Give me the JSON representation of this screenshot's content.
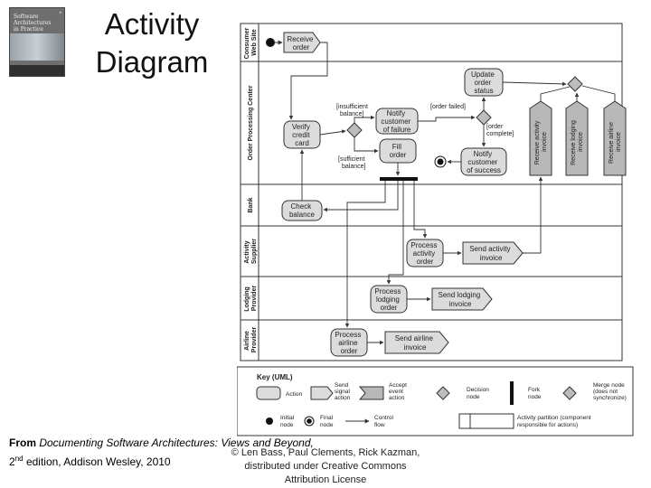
{
  "slide": {
    "title_line1": "Activity",
    "title_line2": "Diagram",
    "book_cover": {
      "title_lines": [
        "Software",
        "Architectures",
        "in Practice"
      ],
      "edition_mark": "*"
    },
    "source_from": "From",
    "source_book": "Documenting Software Architectures: Views and Beyond,",
    "source_edition_num": "2",
    "source_edition_sup": "nd",
    "source_edition_rest": "edition, Addison Wesley, 2010",
    "credit_line1": "© Len Bass, Paul Clements, Rick Kazman,",
    "credit_line2": "distributed under Creative Commons",
    "credit_line3": "Attribution License"
  },
  "diagram": {
    "lanes": [
      {
        "id": "consumer",
        "label_lines": [
          "Consumer",
          "Web Site"
        ]
      },
      {
        "id": "opc",
        "label_lines": [
          "Order Processing Center"
        ]
      },
      {
        "id": "bank",
        "label_lines": [
          "Bank"
        ]
      },
      {
        "id": "activity",
        "label_lines": [
          "Activity",
          "Supplier"
        ]
      },
      {
        "id": "lodging",
        "label_lines": [
          "Lodging",
          "Provider"
        ]
      },
      {
        "id": "airline",
        "label_lines": [
          "Airline",
          "Provider"
        ]
      }
    ],
    "actions": {
      "receive_order": [
        "Receive",
        "order"
      ],
      "update_status": [
        "Update",
        "order",
        "status"
      ],
      "verify_credit": [
        "Verify",
        "credit",
        "card"
      ],
      "notify_failure": [
        "Notify",
        "customer",
        "of failure"
      ],
      "fill_order": [
        "Fill",
        "order"
      ],
      "notify_success": [
        "Notify",
        "customer",
        "of success"
      ],
      "check_balance": [
        "Check",
        "balance"
      ],
      "process_activity": [
        "Process",
        "activity",
        "order"
      ],
      "send_activity_invoice": [
        "Send activity",
        "invoice"
      ],
      "process_lodging": [
        "Process",
        "lodging",
        "order"
      ],
      "send_lodging_invoice": [
        "Send lodging",
        "invoice"
      ],
      "process_airline": [
        "Process",
        "airline",
        "order"
      ],
      "send_airline_invoice": [
        "Send airline",
        "invoice"
      ]
    },
    "accept_events": {
      "receive_activity": [
        "Receive activity",
        "invoice"
      ],
      "receive_lodging": [
        "Receive lodging",
        "invoice"
      ],
      "receive_airline": [
        "Receive airline",
        "invoice"
      ]
    },
    "guards": {
      "insufficient": [
        "[insufficient",
        "balance]"
      ],
      "sufficient": [
        "[sufficient",
        "balance]"
      ],
      "order_failed": "[order failed]",
      "order_complete": [
        "[order",
        "complete]"
      ]
    },
    "key": {
      "title": "Key (UML)",
      "action": "Action",
      "send_signal": [
        "Send",
        "signal",
        "action"
      ],
      "accept_event": [
        "Accept",
        "event",
        "action"
      ],
      "decision": [
        "Decision",
        "node"
      ],
      "fork": [
        "Fork",
        "node"
      ],
      "merge": [
        "Merge node",
        "(does not",
        "synchronize)"
      ],
      "initial": [
        "Initial",
        "node"
      ],
      "final": [
        "Final",
        "node"
      ],
      "control_flow": [
        "Control",
        "flow"
      ],
      "partition": [
        "Activity partition (component",
        "responsible for actions)"
      ]
    }
  }
}
